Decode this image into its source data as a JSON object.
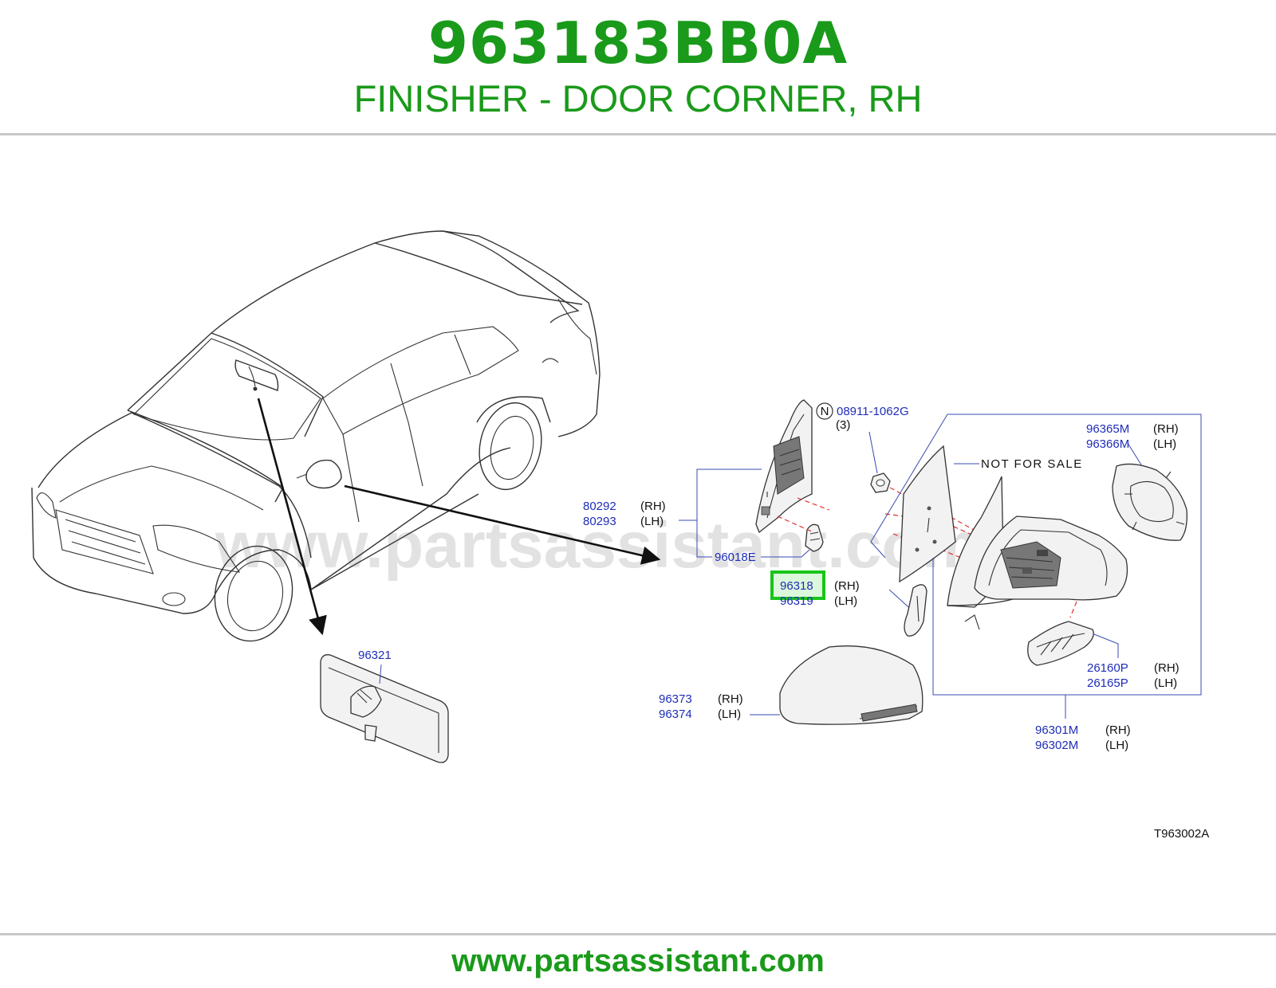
{
  "header": {
    "part_number": "963183BB0A",
    "part_description": "FINISHER - DOOR CORNER, RH"
  },
  "watermark": "www.partsassistant.com",
  "footer": {
    "site_url": "www.partsassistant.com"
  },
  "diagram": {
    "note": "NOT FOR SALE",
    "code": "T963002A",
    "callouts": {
      "c08911": {
        "number": "08911-1062G",
        "qty": "(3)",
        "badge": "N"
      },
      "c96365": {
        "rh": "96365M",
        "lh": "96366M"
      },
      "c80292": {
        "rh": "80292",
        "lh": "80293"
      },
      "c96018": {
        "number": "96018E"
      },
      "c96318": {
        "rh": "96318",
        "lh": "96319",
        "highlighted": "96318"
      },
      "c96321": {
        "number": "96321"
      },
      "c96373": {
        "rh": "96373",
        "lh": "96374"
      },
      "c26160": {
        "rh": "26160P",
        "lh": "26165P"
      },
      "c96301": {
        "rh": "96301M",
        "lh": "96302M"
      }
    },
    "side_labels": {
      "rh": "(RH)",
      "lh": "(LH)"
    },
    "highlight_color": "#19c419",
    "label_color": "#1f2db8"
  }
}
